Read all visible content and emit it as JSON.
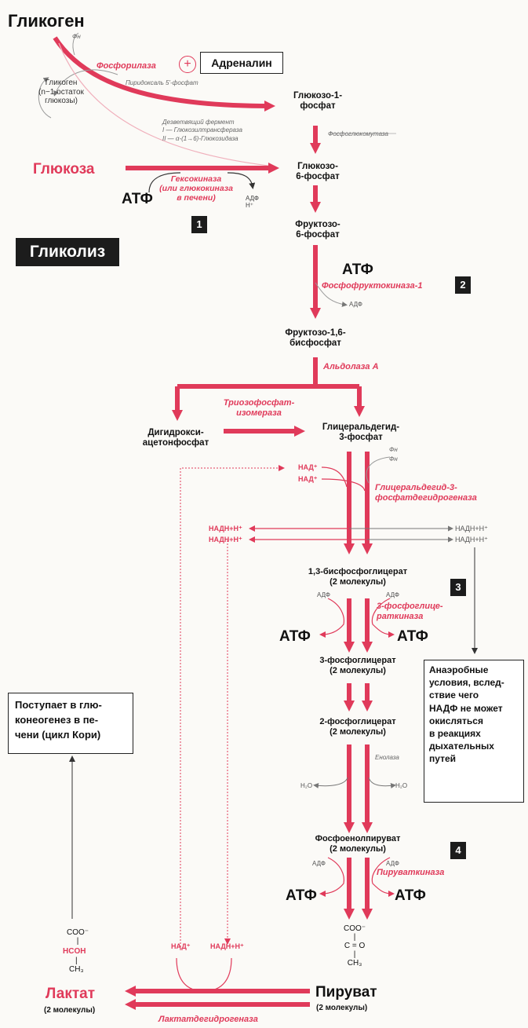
{
  "glycogen_title": "Гликоген",
  "pi_top": "Фн",
  "phosphorylase": "Фосфорилаза",
  "plus": "+",
  "adrenaline": "Адреналин",
  "pyridoxal": "Пиридоксаль 5'-фосфат",
  "glycogen_rest": "Гликоген\n(n−1 остаток\nглюкозы)",
  "g1p": "Глюкозо-1-\nфосфат",
  "debranching": "Дезветвящий фермент\nI — Глюкозилтрансфераза\nII — α-(1→6)-Глюкозидаза",
  "phosphoglucomutase": "Фосфоглюкомутаза",
  "glucose": "Глюкоза",
  "g6p": "Глюкозо-\n6-фосфат",
  "hexokinase": "Гексокиназа\n(или глюкокиназа\nв печени)",
  "atp": "АТФ",
  "adp": "АДФ",
  "adp_h": "АДФ\nH⁺",
  "step1": "1",
  "step2": "2",
  "step3": "3",
  "step4": "4",
  "f6p": "Фруктозо-\n6-фосфат",
  "glycolysis": "Гликолиз",
  "pfk": "Фосфофруктокиназа-1",
  "f16bp": "Фруктозо-1,6-\nбисфосфат",
  "aldolase": "Альдолаза А",
  "tpi": "Триозофосфат-\nизомераза",
  "dhap": "Дигидрокси-\nацетонфосфат",
  "g3p": "Глицеральдегид-\n3-фосфат",
  "pi": "Фн",
  "nad_plus": "НАД⁺",
  "gapdh": "Глицеральдегид-3-\nфосфатдегидрогеназа",
  "nadh": "НАДН+Н⁺",
  "bpg13": "1,3-бисфосфоглицерат\n(2 молекулы)",
  "pgk": "3-фосфоглице-\nраткиназа",
  "pg3": "3-фосфоглицерат\n(2 молекулы)",
  "anaerobic": "Анаэробные\nусловия, вслед-\nствие чего\nНАДФ не может\nокисляться\nв реакциях\nдыхательных\nпутей",
  "gluconeo": "Поступает в глю-\nконеогенез в пе-\nчени (цикл Кори)",
  "pg2": "2-фосфоглицерат\n(2 молекулы)",
  "enolase": "Енолаза",
  "h2o": "H₂O",
  "pep": "Фосфоенолпируват\n(2 молекулы)",
  "pk": "Пируваткиназа",
  "pyruvate_formula": "COO⁻\n|\nC = O\n|\nCH₃",
  "lactate_formula_top": "COO⁻\n|",
  "lactate_formula_mid": "HCOH",
  "lactate_formula_bot": "|\nCH₃",
  "lactate": "Лактат",
  "two_mol": "(2 молекулы)",
  "pyruvate": "Пируват",
  "ldh": "Лактатдегидрогеназа",
  "colors": {
    "arrow": "#e03a5a",
    "text": "#111111",
    "label_box": "#1c1c1c"
  }
}
